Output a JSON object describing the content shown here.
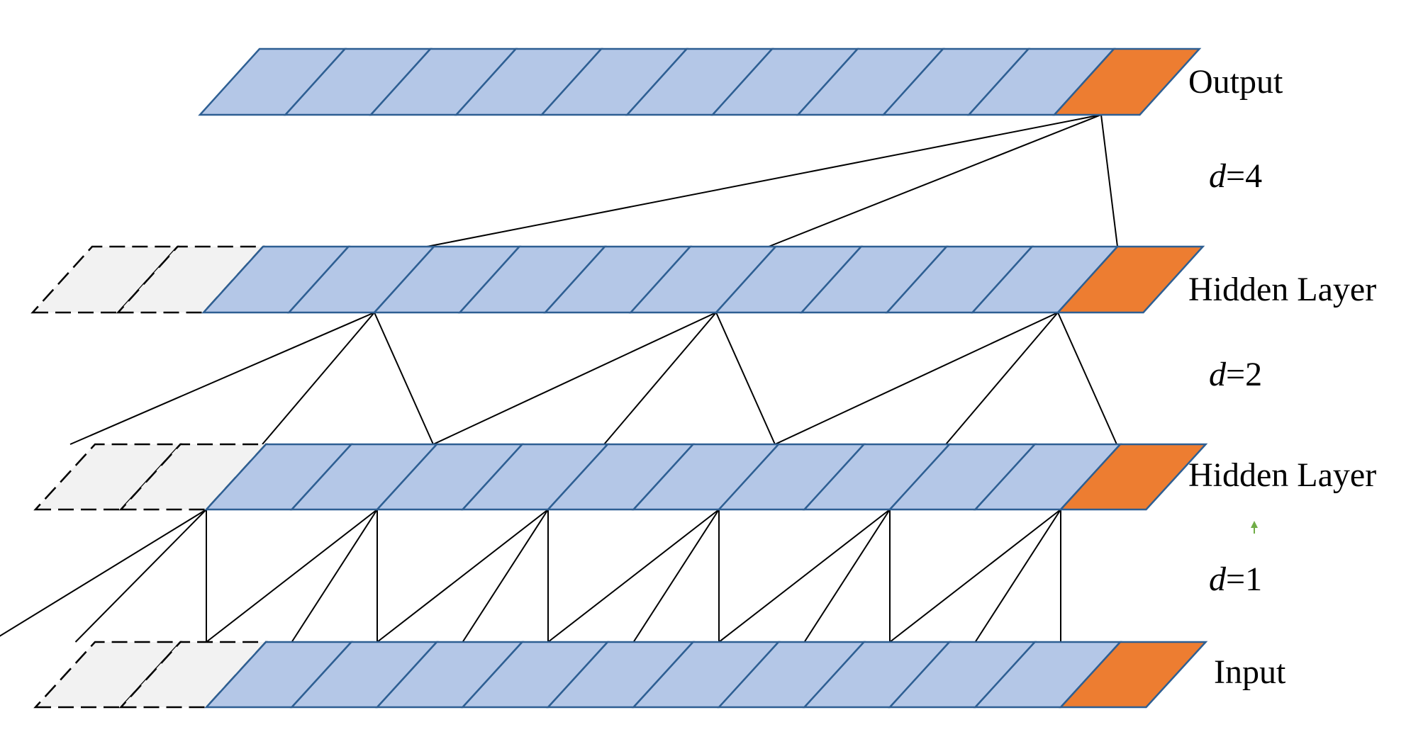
{
  "layers": [
    {
      "label": "Output",
      "cells": 11,
      "padding_cells": 0
    },
    {
      "label": "Hidden Layer",
      "cells": 11,
      "padding_cells": 2
    },
    {
      "label": "Hidden Layer",
      "cells": 11,
      "padding_cells": 2
    },
    {
      "label": "Input",
      "cells": 11,
      "padding_cells": 2
    }
  ],
  "dilations": [
    {
      "symbol": "d",
      "value": "=4"
    },
    {
      "symbol": "d",
      "value": "=2"
    },
    {
      "symbol": "d",
      "value": "=1"
    }
  ],
  "colors": {
    "cell_fill": "#b4c7e7",
    "cell_stroke": "#2e5f93",
    "output_cell_fill": "#ed7d31",
    "padding_fill": "#f2f2f2",
    "padding_stroke": "#000000",
    "connection": "#000000",
    "marker": "#70ad47"
  }
}
